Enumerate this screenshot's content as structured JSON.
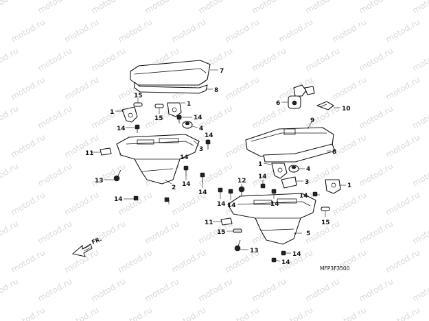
{
  "watermark": "motod.ru",
  "diagram_code": "MFP3F3500",
  "direction_label": "FR.",
  "callouts": [
    {
      "id": "c7",
      "text": "7"
    },
    {
      "id": "c8a",
      "text": "8"
    },
    {
      "id": "c15a",
      "text": "15"
    },
    {
      "id": "c1a",
      "text": "1"
    },
    {
      "id": "c1b",
      "text": "1"
    },
    {
      "id": "c15b",
      "text": "15"
    },
    {
      "id": "c14a",
      "text": "14"
    },
    {
      "id": "c14b",
      "text": "14"
    },
    {
      "id": "c4a",
      "text": "4"
    },
    {
      "id": "c14c",
      "text": "14"
    },
    {
      "id": "c11a",
      "text": "11"
    },
    {
      "id": "c3a",
      "text": "3"
    },
    {
      "id": "c14d",
      "text": "14"
    },
    {
      "id": "c13a",
      "text": "13"
    },
    {
      "id": "c2",
      "text": "2"
    },
    {
      "id": "c14e",
      "text": "14"
    },
    {
      "id": "c14f",
      "text": "14"
    },
    {
      "id": "c14g",
      "text": "14"
    },
    {
      "id": "c6",
      "text": "6"
    },
    {
      "id": "c10",
      "text": "10"
    },
    {
      "id": "c9",
      "text": "9"
    },
    {
      "id": "c8b",
      "text": "8"
    },
    {
      "id": "c1c",
      "text": "1"
    },
    {
      "id": "c4b",
      "text": "4"
    },
    {
      "id": "c14h",
      "text": "14"
    },
    {
      "id": "c12",
      "text": "12"
    },
    {
      "id": "c3b",
      "text": "3"
    },
    {
      "id": "c1d",
      "text": "1"
    },
    {
      "id": "c14i",
      "text": "14"
    },
    {
      "id": "c14j",
      "text": "14"
    },
    {
      "id": "c14k",
      "text": "14"
    },
    {
      "id": "c14l",
      "text": "14"
    },
    {
      "id": "c11b",
      "text": "11"
    },
    {
      "id": "c15c",
      "text": "15"
    },
    {
      "id": "c15d",
      "text": "15"
    },
    {
      "id": "c5",
      "text": "5"
    },
    {
      "id": "c13b",
      "text": "13"
    },
    {
      "id": "c14m",
      "text": "14"
    },
    {
      "id": "c14n",
      "text": "14"
    }
  ]
}
